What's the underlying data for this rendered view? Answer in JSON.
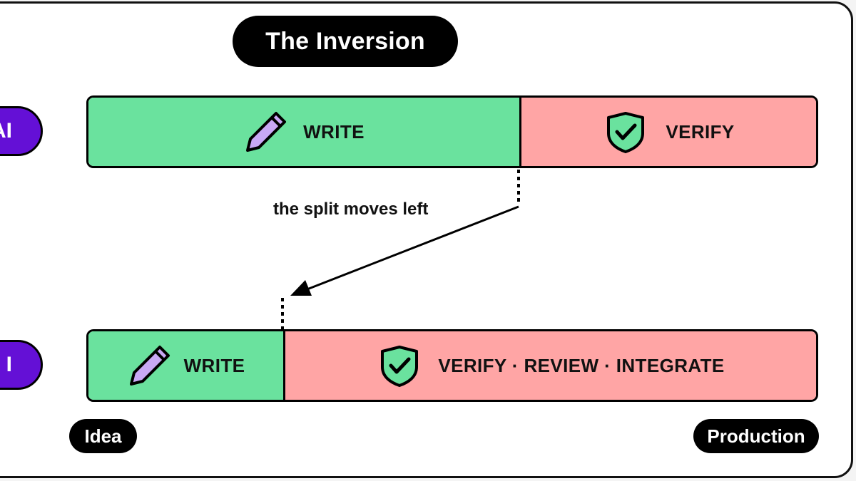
{
  "title": "The Inversion",
  "rows": [
    {
      "label": "AI",
      "segments": [
        {
          "label": "WRITE",
          "icon": "pencil-icon",
          "color": "#6ae29e"
        },
        {
          "label": "VERIFY",
          "icon": "shield-check-icon",
          "color": "#ffa5a5"
        }
      ]
    },
    {
      "label": "I",
      "segments": [
        {
          "label": "WRITE",
          "icon": "pencil-icon",
          "color": "#6ae29e"
        },
        {
          "label": "VERIFY · REVIEW · INTEGRATE",
          "icon": "shield-check-icon",
          "color": "#ffa5a5"
        }
      ]
    }
  ],
  "annotation": "the split moves left",
  "axis": {
    "start": "Idea",
    "end": "Production"
  },
  "colors": {
    "write": "#6ae29e",
    "verify": "#ffa5a5",
    "row_badge": "#6410d6",
    "pill": "#000000",
    "pencil_fill": "#c9a8f5",
    "shield_fill": "#6ae29e"
  }
}
